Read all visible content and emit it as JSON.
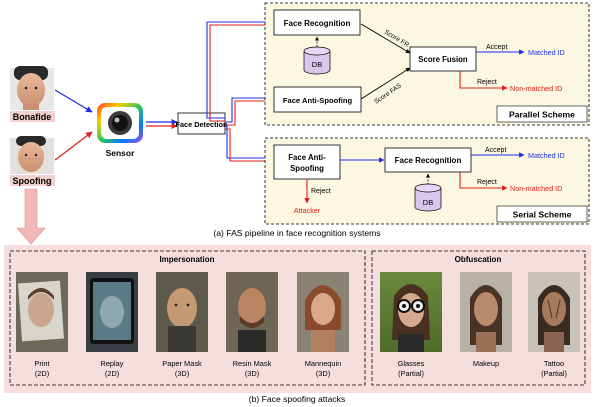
{
  "inputs": {
    "bonafide_label": "Bonafide",
    "spoofing_label": "Spoofing",
    "sensor_label": "Sensor"
  },
  "pipeline": {
    "face_detection": "Face Detection"
  },
  "parallel_scheme": {
    "title": "Parallel Scheme",
    "face_recognition": "Face Recognition",
    "face_anti_spoofing": "Face Anti-Spoofing",
    "db": "DB",
    "score_fr": "Score FR",
    "score_fas": "Score FAS",
    "score_fusion": "Score Fusion",
    "accept": "Accept",
    "reject": "Reject",
    "matched_id": "Matched ID",
    "non_matched_id": "Non-matched ID"
  },
  "serial_scheme": {
    "title": "Serial Scheme",
    "fas_line1": "Face Anti-",
    "fas_line2": "Spoofing",
    "face_recognition": "Face Recognition",
    "db": "DB",
    "reject_fas": "Reject",
    "attacker": "Attacker",
    "accept": "Accept",
    "reject": "Reject",
    "matched_id": "Matched ID",
    "non_matched_id": "Non-matched ID"
  },
  "caption_a": "(a) FAS pipeline in face recognition systems",
  "attacks": {
    "impersonation_title": "Impersonation",
    "obfuscation_title": "Obfuscation",
    "items": [
      {
        "line1": "Print",
        "line2": "(2D)"
      },
      {
        "line1": "Replay",
        "line2": "(2D)"
      },
      {
        "line1": "Paper Mask",
        "line2": "(3D)"
      },
      {
        "line1": "Resin Mask",
        "line2": "(3D)"
      },
      {
        "line1": "Mannequin",
        "line2": "(3D)"
      },
      {
        "line1": "Glasses",
        "line2": "(Partial)"
      },
      {
        "line1": "Makeup",
        "line2": ""
      },
      {
        "line1": "Tattoo",
        "line2": "(Partial)"
      }
    ]
  },
  "caption_b": "(b) Face spoofing attacks",
  "colors": {
    "blue": "#1f2fe8",
    "red": "#e0201c",
    "scheme_bg": "#fbf7e0",
    "attack_bg": "#f6dede",
    "pink_arrow": "#f2b8b8"
  }
}
